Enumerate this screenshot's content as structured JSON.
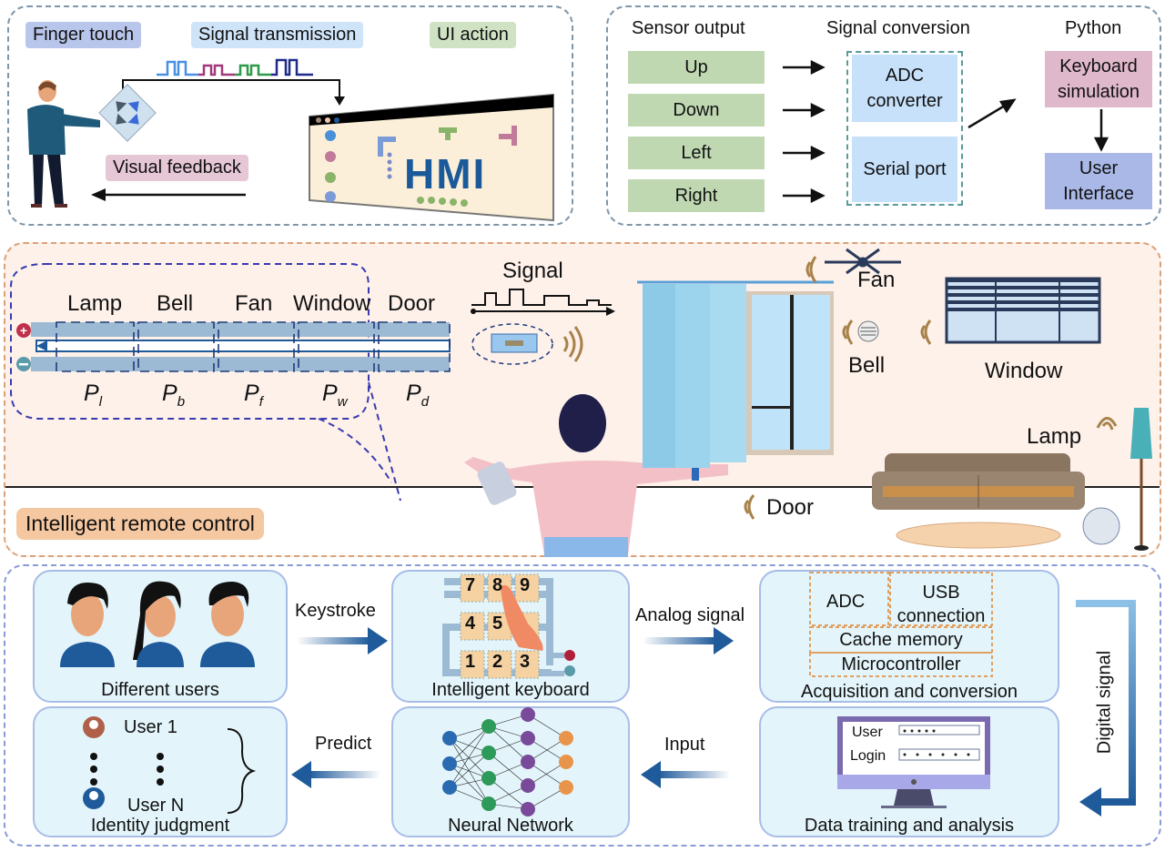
{
  "hmi_panel": {
    "tags": {
      "finger_touch": "Finger touch",
      "signal_transmission": "Signal transmission",
      "ui_action": "UI action",
      "visual_feedback": "Visual feedback"
    },
    "screen_title": "HMI"
  },
  "conversion_panel": {
    "headers": {
      "sensor_output": "Sensor output",
      "signal_conversion": "Signal conversion",
      "python": "Python"
    },
    "sensor_outputs": [
      "Up",
      "Down",
      "Left",
      "Right"
    ],
    "converter_boxes": [
      "ADC converter",
      "Serial port"
    ],
    "python_boxes": [
      "Keyboard simulation",
      "User Interface"
    ]
  },
  "remote_control_panel": {
    "title": "Intelligent remote control",
    "sensor_labels": [
      "Lamp",
      "Bell",
      "Fan",
      "Window",
      "Door"
    ],
    "pressure_symbols": [
      {
        "base": "P",
        "sub": "l"
      },
      {
        "base": "P",
        "sub": "b"
      },
      {
        "base": "P",
        "sub": "f"
      },
      {
        "base": "P",
        "sub": "w"
      },
      {
        "base": "P",
        "sub": "d"
      }
    ],
    "signal_label": "Signal",
    "room_labels": {
      "fan": "Fan",
      "bell": "Bell",
      "window": "Window",
      "lamp": "Lamp",
      "door": "Door"
    }
  },
  "identity_panel": {
    "cards": {
      "users": "Different users",
      "keyboard": "Intelligent keyboard",
      "acquisition": "Acquisition and conversion",
      "identity": "Identity judgment",
      "network": "Neural Network",
      "training": "Data  training and analysis"
    },
    "arrows": {
      "keystroke": "Keystroke",
      "analog": "Analog signal",
      "digital": "Digital signal",
      "input": "Input",
      "predict": "Predict"
    },
    "keypad_keys": [
      "7",
      "8",
      "9",
      "4",
      "5",
      "1",
      "2",
      "3"
    ],
    "acquisition_blocks": {
      "adc": "ADC",
      "usb": "USB connection",
      "cache": "Cache memory",
      "mcu": "Microcontroller"
    },
    "login_form": {
      "user_label": "User",
      "login_label": "Login"
    },
    "identity_list": {
      "first": "User 1",
      "last": "User N"
    }
  }
}
